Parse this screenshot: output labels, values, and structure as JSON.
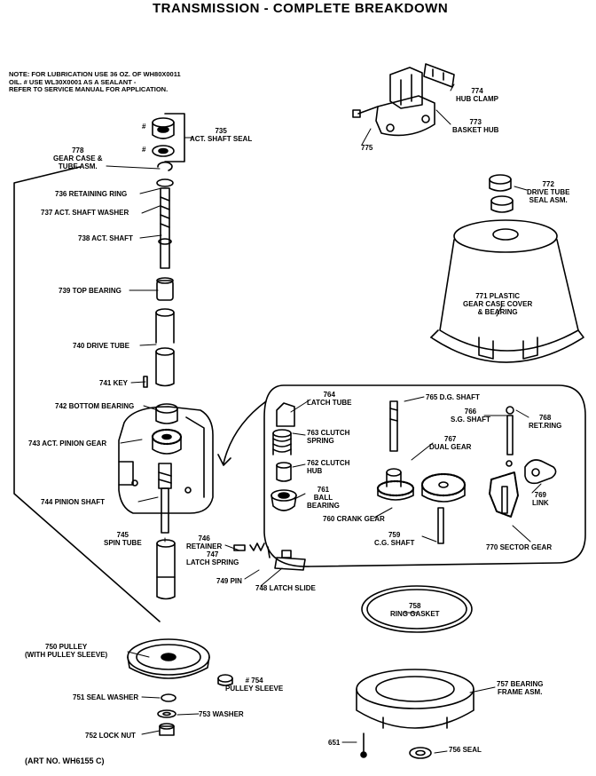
{
  "title": "TRANSMISSION - COMPLETE BREAKDOWN",
  "note": "NOTE: FOR LUBRICATION USE 36 OZ. OF WH80X0011\nOIL. # USE WL30X0001 AS A SEALANT -\nREFER TO SERVICE MANUAL FOR APPLICATION.",
  "hash_mark": "#",
  "art_no": "(ART NO. WH6155 C)",
  "labels": {
    "p774": "774\nHUB CLAMP",
    "p773": "773\nBASKET HUB",
    "p775": "775",
    "p735": "735\nACT. SHAFT SEAL",
    "p778": "778\nGEAR CASE &\nTUBE ASM.",
    "p736": "736 RETAINING RING",
    "p737": "737  ACT. SHAFT WASHER",
    "p738": "738 ACT. SHAFT",
    "p739": "739 TOP BEARING",
    "p740": "740 DRIVE TUBE",
    "p741": "741 KEY",
    "p742": "742 BOTTOM BEARING",
    "p743": "743 ACT. PINION GEAR",
    "p744": "744 PINION SHAFT",
    "p745": "745\nSPIN TUBE",
    "p746": "746\nRETAINER",
    "p747": "747\nLATCH SPRING",
    "p749": "749 PIN",
    "p748": "748 LATCH SLIDE",
    "p772": "772\nDRIVE TUBE\nSEAL ASM.",
    "p771": "771 PLASTIC\nGEAR CASE COVER\n& BEARING",
    "p764": "764\nLATCH TUBE",
    "p763": "763 CLUTCH\nSPRING",
    "p762": "762 CLUTCH\nHUB",
    "p761": "761\nBALL\nBEARING",
    "p765": "765 D.G. SHAFT",
    "p767": "767\nDUAL GEAR",
    "p766": "766\nS.G. SHAFT",
    "p768": "768\nRET.RING",
    "p769": "769\nLINK",
    "p760": "760 CRANK GEAR",
    "p759": "759\nC.G. SHAFT",
    "p770": "770 SECTOR GEAR",
    "p758": "758\nRING GASKET",
    "p750": "750 PULLEY\n(WITH PULLEY SLEEVE)",
    "p754": "# 754\nPULLEY SLEEVE",
    "p751": "751 SEAL WASHER",
    "p753": "753 WASHER",
    "p752": "752 LOCK NUT",
    "p757": "757 BEARING\nFRAME ASM.",
    "p651": "651",
    "p756": "756 SEAL"
  }
}
